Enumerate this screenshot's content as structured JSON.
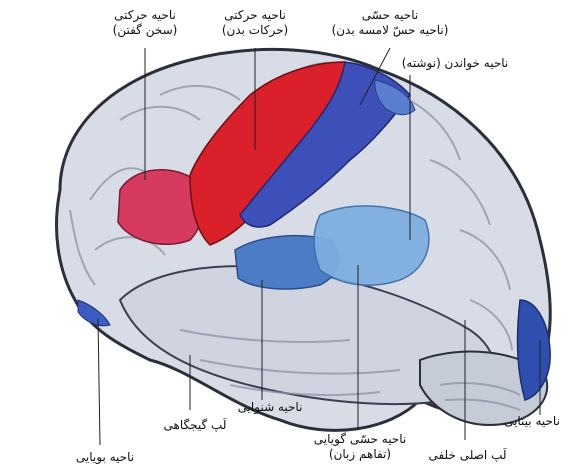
{
  "labels": {
    "motor_speech": {
      "line1": "ناحیه حرکتی",
      "line2": "(سخن گفتن)"
    },
    "motor_body": {
      "line1": "ناحیه حرکتی",
      "line2": "(حرکات بدن)"
    },
    "sensory_touch": {
      "line1": "ناحیه حسّی",
      "line2": "(ناحیه حسّ لامسه بدن)"
    },
    "reading": {
      "line1": "ناحیه خواندن (نوشته)"
    },
    "visual": {
      "line1": "ناحیه بینایی"
    },
    "occipital": {
      "line1": "لَپ اصلی خلفی"
    },
    "sensory_speech": {
      "line1": "ناحیه حسّی گویایی",
      "line2": "(تفاهم زبان)"
    },
    "auditory": {
      "line1": "ناحیه شنوایی"
    },
    "temporal": {
      "line1": "لَپ گیجگاهی"
    },
    "olfactory": {
      "line1": "ناحیه بویایی"
    }
  },
  "colors": {
    "brain": "#d6dbe6",
    "gyri_shadow": "#8a93a6",
    "motor_speech": "#d63a5e",
    "motor_body": "#d9202b",
    "sensory_touch": "#3d4fb8",
    "auditory": "#4d7cc6",
    "sensory_speech": "#7eaee0",
    "visual": "#2f4fae",
    "olfactory": "#3b5cc2"
  }
}
